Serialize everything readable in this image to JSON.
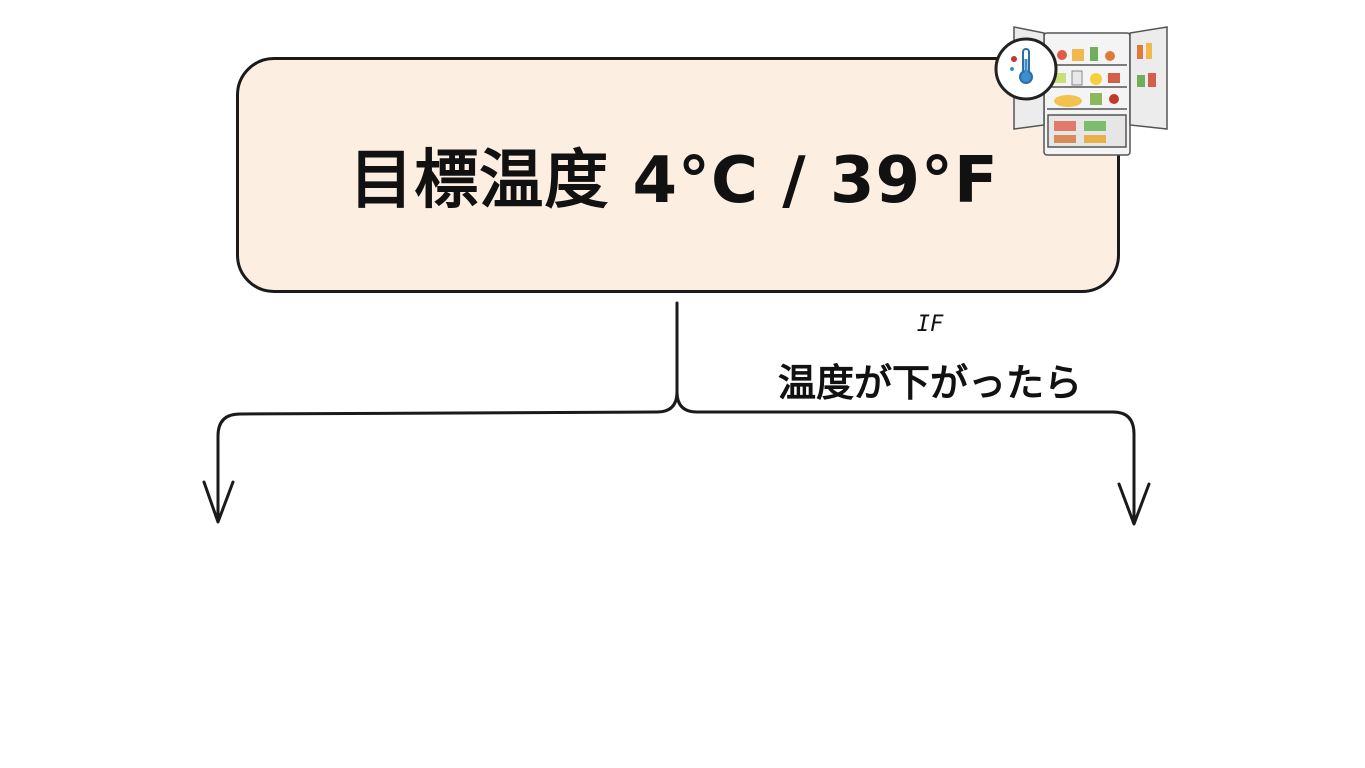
{
  "diagram": {
    "title": "目標温度 4°C / 39°F",
    "condition_tag": "IF",
    "condition_label": "温度が下がったら"
  },
  "icons": {
    "fridge": "refrigerator-thermometer-icon"
  },
  "colors": {
    "box_fill": "#fcefe2",
    "stroke": "#1a1a1a",
    "text": "#111111"
  }
}
